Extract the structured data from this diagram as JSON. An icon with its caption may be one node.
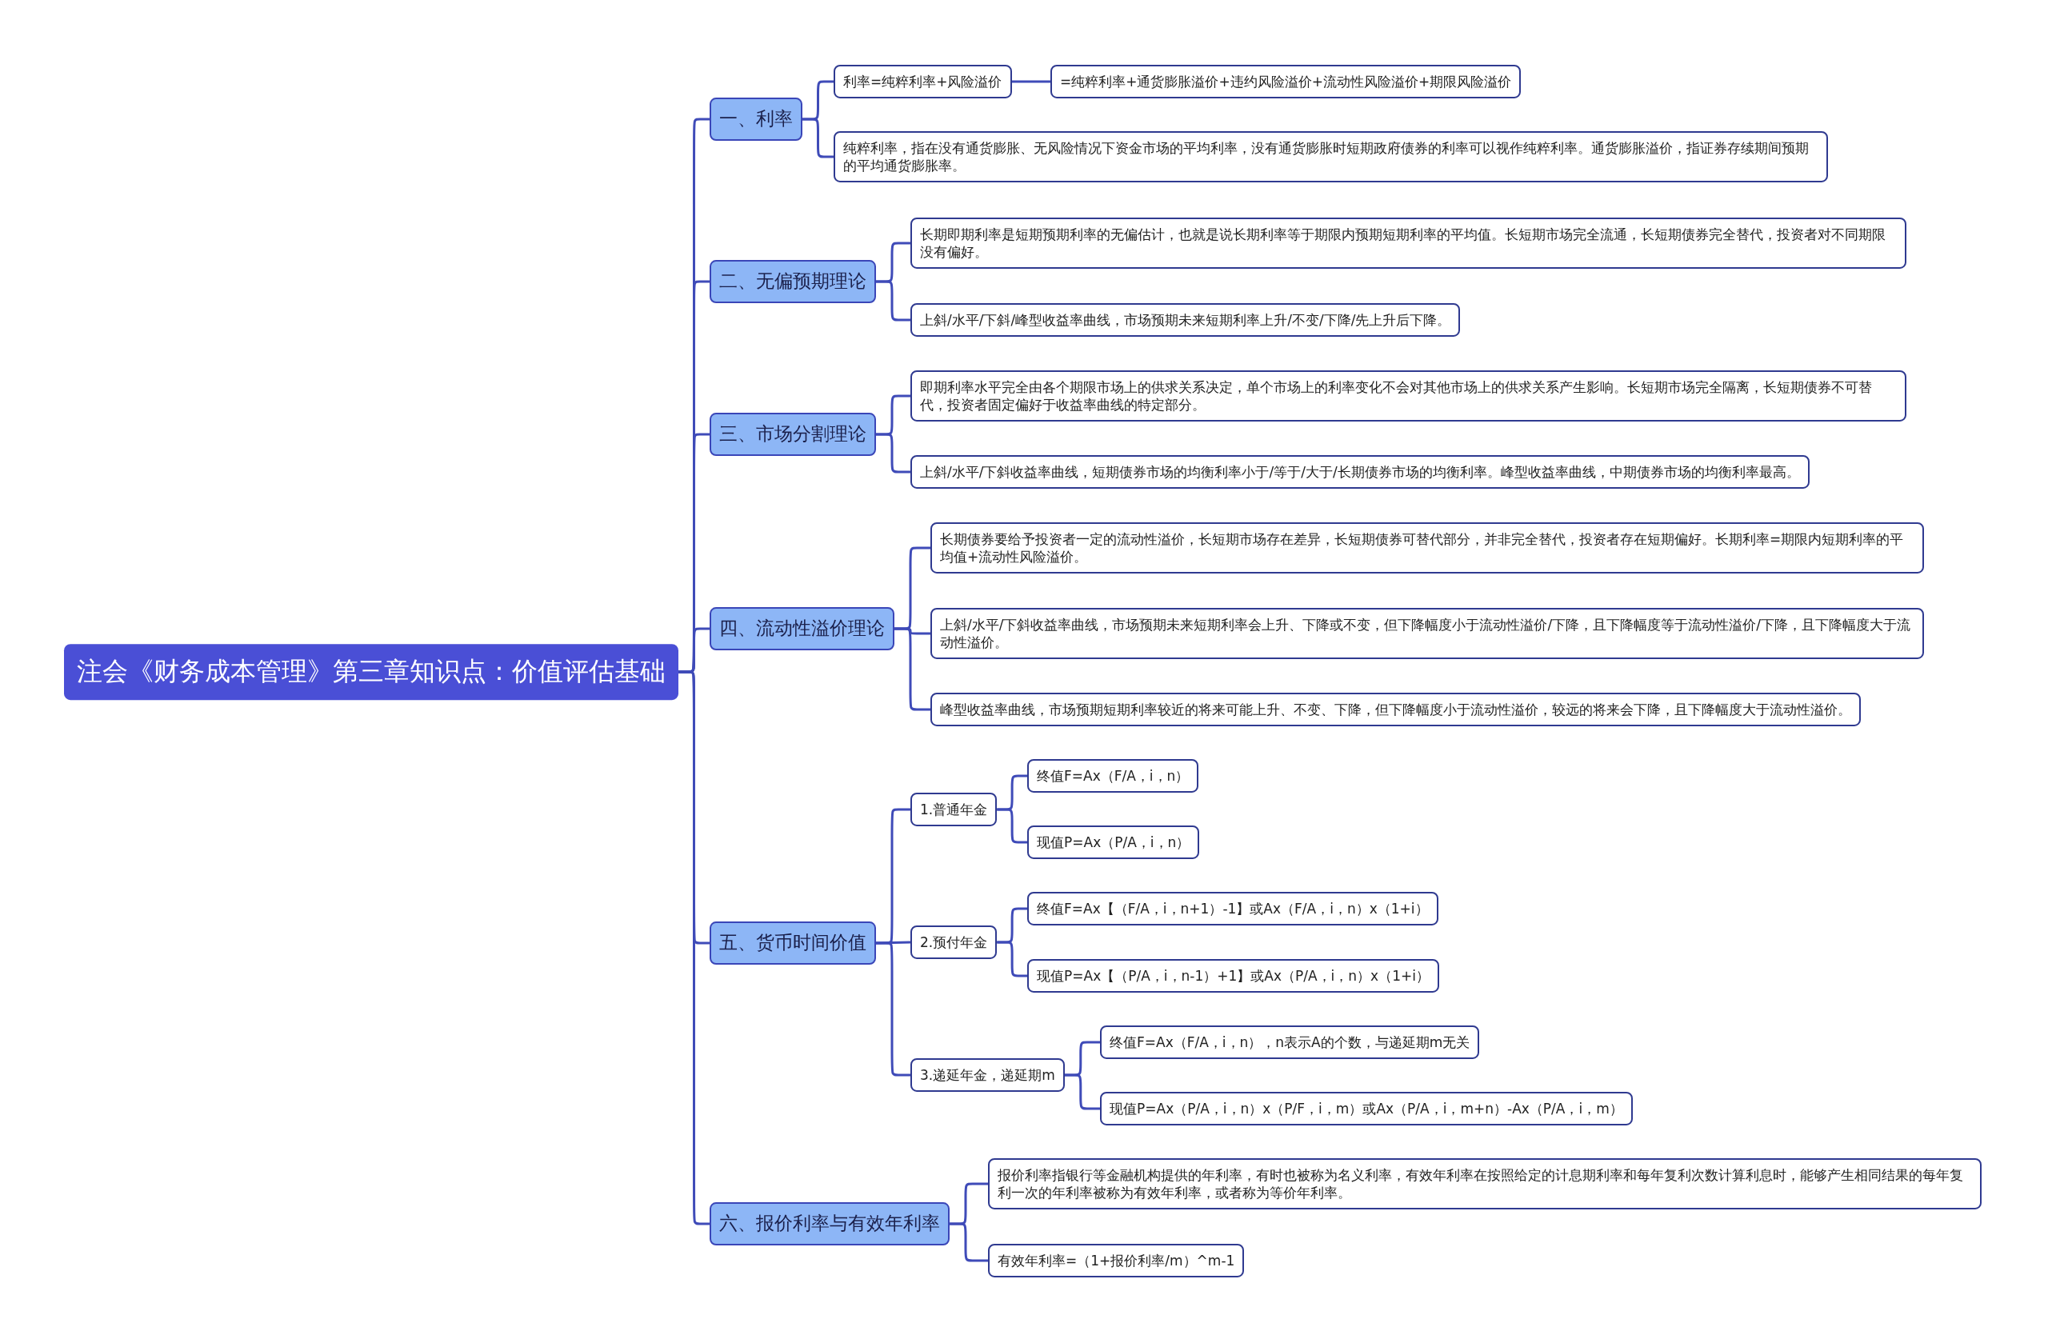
{
  "diagram": {
    "nodes": [
      {
        "text": [
          "注会《财务成本管理》第三章知识点：价值评估基础"
        ]
      },
      {
        "text": [
          "一、利率"
        ]
      },
      {
        "text": [
          "利率=纯粹利率+风险溢价"
        ]
      },
      {
        "text": [
          "=纯粹利率+通货膨胀溢价+违约风险溢价+流动性风险溢价+期限风险溢价"
        ]
      },
      {
        "text": [
          "纯粹利率，指在没有通货膨胀、无风险情况下资金市场的平均利率，没有通货膨胀时短期政府债券的利率可以视作纯粹利率。通货膨胀溢价，指证券存续期间预期的平均通货膨胀率。"
        ]
      },
      {
        "text": [
          "二、无偏预期理论"
        ]
      },
      {
        "text": [
          "长期即期利率是短期预期利率的无偏估计，也就是说长期利率等于期限内预期短期利率的平均值。长短期市场完全流通，长短期债券完全替代，投资者对不同期限没有偏好。"
        ]
      },
      {
        "text": [
          "上斜/水平/下斜/峰型收益率曲线，市场预期未来短期利率上升/不变/下降/先上升后下降。"
        ]
      },
      {
        "text": [
          "三、市场分割理论"
        ]
      },
      {
        "text": [
          "即期利率水平完全由各个期限市场上的供求关系决定，单个市场上的利率变化不会对其他市场上的供求关系产生影响。长短期市场完全隔离，长短期债券不可替代，投资者固定偏好于收益率曲线的特定部分。"
        ]
      },
      {
        "text": [
          "上斜/水平/下斜收益率曲线，短期债券市场的均衡利率小于/等于/大于/长期债券市场的均衡利率。峰型收益率曲线，中期债券市场的均衡利率最高。"
        ]
      },
      {
        "text": [
          "四、流动性溢价理论"
        ]
      },
      {
        "text": [
          "长期债券要给予投资者一定的流动性溢价，长短期市场存在差异，长短期债券可替代部分，并非完全替代，投资者存在短期偏好。长期利率=期限内短期利率的平均值+流动性风险溢价。"
        ]
      },
      {
        "text": [
          "上斜/水平/下斜收益率曲线，市场预期未来短期利率会上升、下降或不变，但下降幅度小于流动性溢价/下降，且下降幅度等于流动性溢价/下降，且下降幅度大于流动性溢价。"
        ]
      },
      {
        "text": [
          "峰型收益率曲线，市场预期短期利率较近的将来可能上升、不变、下降，但下降幅度小于流动性溢价，较远的将来会下降，且下降幅度大于流动性溢价。"
        ]
      },
      {
        "text": [
          "五、货币时间价值"
        ]
      },
      {
        "text": [
          "1.普通年金"
        ]
      },
      {
        "text": [
          "终值F=Ax（F/A，i，n）"
        ]
      },
      {
        "text": [
          "现值P=Ax（P/A，i，n）"
        ]
      },
      {
        "text": [
          "2.预付年金"
        ]
      },
      {
        "text": [
          "终值F=Ax【（F/A，i，n+1）-1】或Ax（F/A，i，n）x（1+i）"
        ]
      },
      {
        "text": [
          "现值P=Ax【（P/A，i，n-1）+1】或Ax（P/A，i，n）x（1+i）"
        ]
      },
      {
        "text": [
          "3.递延年金，递延期m"
        ]
      },
      {
        "text": [
          "终值F=Ax（F/A，i，n），n表示A的个数，与递延期m无关"
        ]
      },
      {
        "text": [
          "现值P=Ax（P/A，i，n）x（P/F，i，m）或Ax（P/A，i，m+n）-Ax（P/A，i，m）"
        ]
      },
      {
        "text": [
          "六、报价利率与有效年利率"
        ]
      },
      {
        "text": [
          "报价利率指银行等金融机构提供的年利率，有时也被称为名义利率，有效年利率在按照给定的计息期利率和每年复利次数计算利息时，能够产生相同结果的每年复利一次的年利率被称为有效年利率，或者称为等价年利率。"
        ]
      },
      {
        "text": [
          "有效年利率=（1+报价利率/m）^m-1"
        ]
      }
    ],
    "edges": [
      {
        "from": 0,
        "to": 1,
        "arrow": "none"
      },
      {
        "from": 0,
        "to": 5,
        "arrow": "none"
      },
      {
        "from": 0,
        "to": 8,
        "arrow": "none"
      },
      {
        "from": 0,
        "to": 11,
        "arrow": "none"
      },
      {
        "from": 0,
        "to": 15,
        "arrow": "none"
      },
      {
        "from": 0,
        "to": 25,
        "arrow": "none"
      },
      {
        "from": 1,
        "to": 2,
        "arrow": "none"
      },
      {
        "from": 1,
        "to": 4,
        "arrow": "none"
      },
      {
        "from": 2,
        "to": 3,
        "arrow": "none"
      },
      {
        "from": 5,
        "to": 6,
        "arrow": "none"
      },
      {
        "from": 5,
        "to": 7,
        "arrow": "none"
      },
      {
        "from": 8,
        "to": 9,
        "arrow": "none"
      },
      {
        "from": 8,
        "to": 10,
        "arrow": "none"
      },
      {
        "from": 11,
        "to": 12,
        "arrow": "none"
      },
      {
        "from": 11,
        "to": 13,
        "arrow": "none"
      },
      {
        "from": 11,
        "to": 14,
        "arrow": "none"
      },
      {
        "from": 15,
        "to": 16,
        "arrow": "none"
      },
      {
        "from": 15,
        "to": 19,
        "arrow": "none"
      },
      {
        "from": 15,
        "to": 22,
        "arrow": "none"
      },
      {
        "from": 16,
        "to": 17,
        "arrow": "none"
      },
      {
        "from": 16,
        "to": 18,
        "arrow": "none"
      },
      {
        "from": 19,
        "to": 20,
        "arrow": "none"
      },
      {
        "from": 19,
        "to": 21,
        "arrow": "none"
      },
      {
        "from": 22,
        "to": 23,
        "arrow": "none"
      },
      {
        "from": 22,
        "to": 24,
        "arrow": "none"
      },
      {
        "from": 25,
        "to": 26,
        "arrow": "none"
      },
      {
        "from": 25,
        "to": 27,
        "arrow": "none"
      }
    ]
  }
}
